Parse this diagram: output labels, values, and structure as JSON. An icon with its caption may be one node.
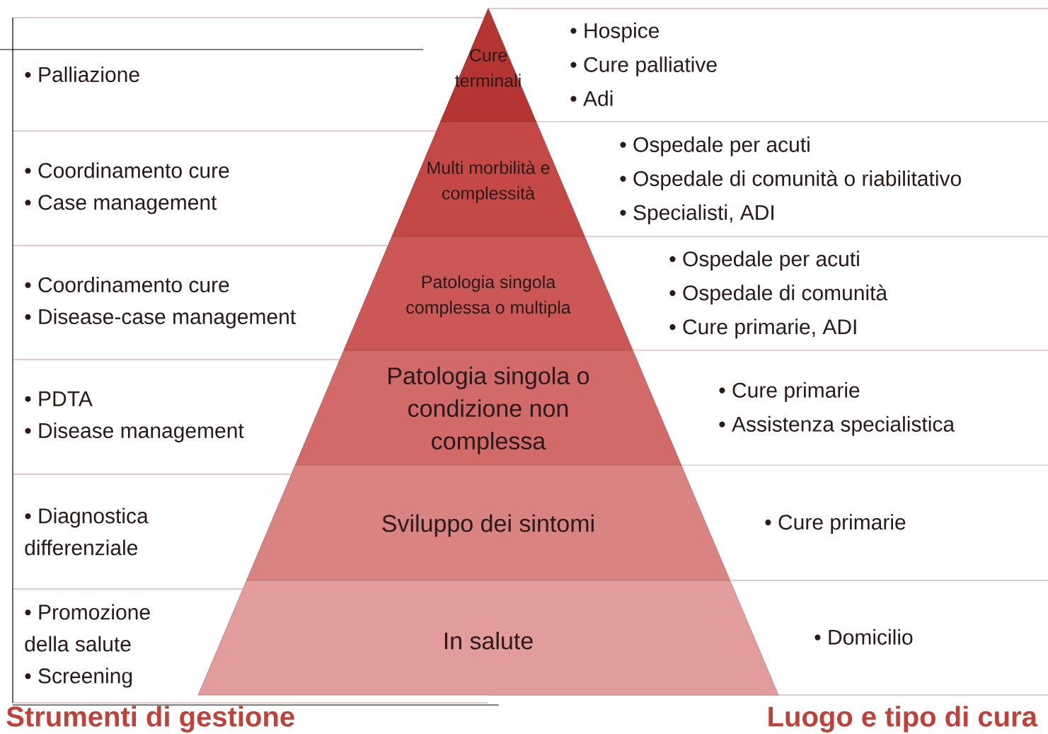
{
  "diagram": {
    "nodes": [
      {
        "text": [
          "• Palliazione"
        ]
      },
      {
        "text": [
          "• Coordinamento cure",
          "• Case management"
        ]
      },
      {
        "text": [
          "• Coordinamento cure",
          "• Disease-case management"
        ]
      },
      {
        "text": [
          "• PDTA",
          "• Disease management"
        ]
      },
      {
        "text": [
          "• Diagnostica differenziale"
        ]
      },
      {
        "text": [
          "• Promozione della salute",
          "• Screening"
        ]
      },
      {
        "text": [
          "Cure terminali"
        ]
      },
      {
        "text": [
          "Multi morbilità e complessità"
        ]
      },
      {
        "text": [
          "Patologia singola complessa o multipla"
        ]
      },
      {
        "text": [
          "Patologia singola o condizione non complessa"
        ]
      },
      {
        "text": [
          "Sviluppo dei sintomi"
        ]
      },
      {
        "text": [
          "In salute"
        ]
      },
      {
        "text": [
          "• Hospice",
          "• Cure palliative",
          "• Adi"
        ]
      },
      {
        "text": [
          "• Ospedale per acuti",
          "• Ospedale di comunità o riabilitativo",
          "• Specialisti, ADI"
        ]
      },
      {
        "text": [
          "• Ospedale per acuti",
          "• Ospedale di comunità",
          "• Cure primarie, ADI"
        ]
      },
      {
        "text": [
          "• Cure primarie",
          "• Assistenza specialistica"
        ]
      },
      {
        "text": [
          "• Cure primarie"
        ]
      },
      {
        "text": [
          "• Domicilio"
        ]
      }
    ],
    "labels": [
      "Strumenti di gestione",
      "Luogo e tipo di cura"
    ]
  }
}
